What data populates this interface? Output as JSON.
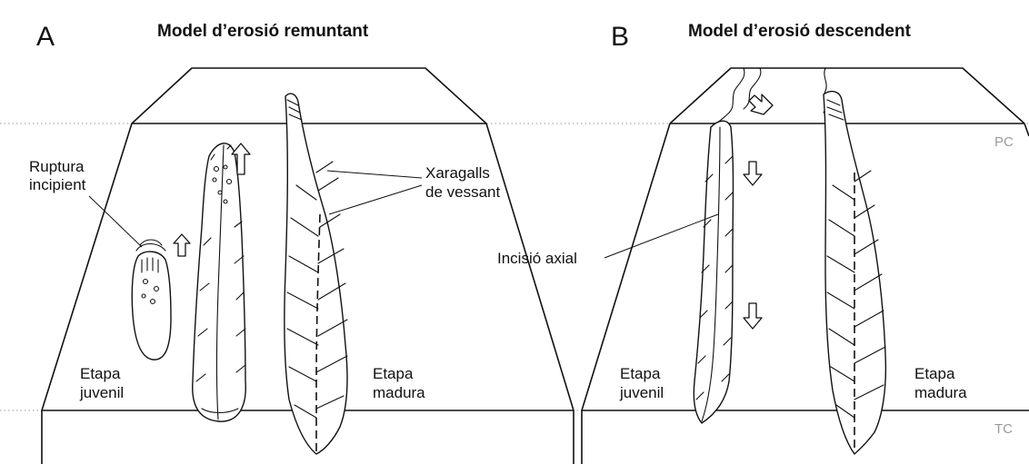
{
  "panel_a": {
    "letter": "A",
    "title": "Model d’erosió remuntant",
    "label_rupture_line1": "Ruptura",
    "label_rupture_line2": "incipient",
    "label_gullies_line1": "Xaragalls",
    "label_gullies_line2": "de vessant",
    "label_juvenile_line1": "Etapa",
    "label_juvenile_line2": "juvenil",
    "label_mature_line1": "Etapa",
    "label_mature_line2": "madura"
  },
  "panel_b": {
    "letter": "B",
    "title": "Model d’erosió descendent",
    "label_axial": "Incisió axial",
    "label_juvenile_line1": "Etapa",
    "label_juvenile_line2": "juvenil",
    "label_mature_line1": "Etapa",
    "label_mature_line2": "madura"
  },
  "levels": {
    "top": "PC",
    "bottom": "TC"
  }
}
